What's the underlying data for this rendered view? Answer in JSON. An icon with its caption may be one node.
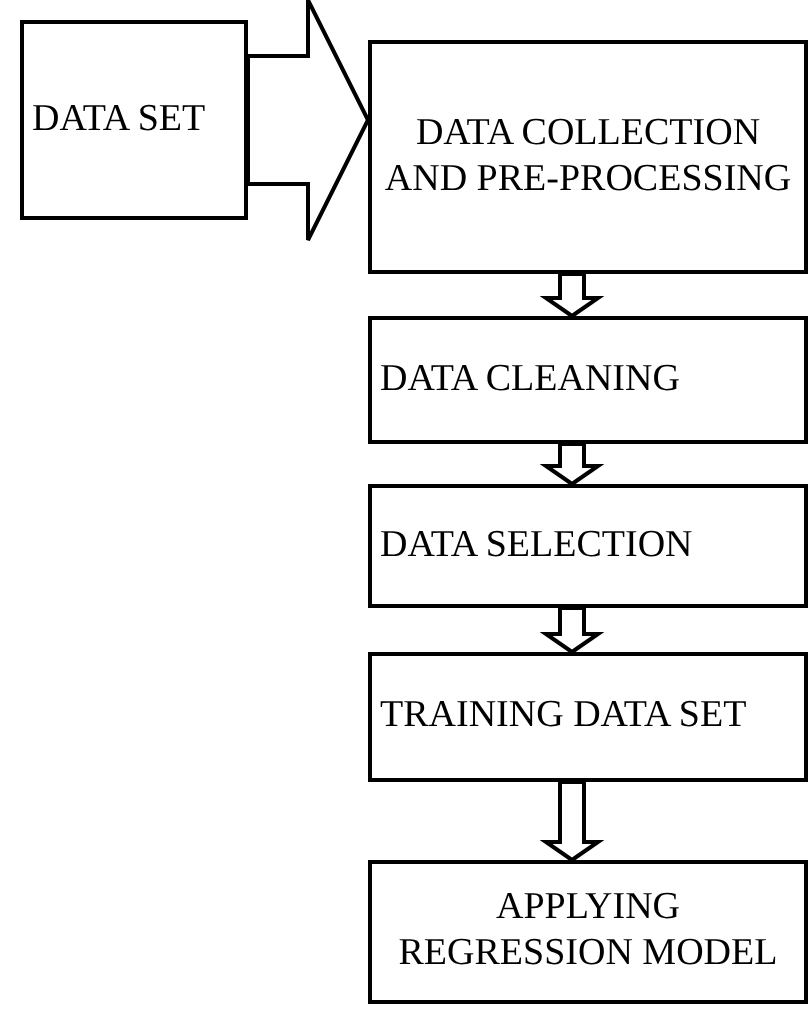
{
  "diagram": {
    "nodes": [
      {
        "text": [
          "DATA SET"
        ]
      },
      {
        "text": [
          "DATA COLLECTION AND PRE-PROCESSING"
        ]
      },
      {
        "text": [
          "DATA CLEANING"
        ]
      },
      {
        "text": [
          "DATA SELECTION"
        ]
      },
      {
        "text": [
          "TRAINING DATA SET"
        ]
      },
      {
        "text": [
          "APPLYING REGRESSION MODEL"
        ]
      }
    ],
    "edges": [
      {
        "from": 0,
        "to": 1,
        "arrow": "to"
      },
      {
        "from": 1,
        "to": 2,
        "arrow": "to"
      },
      {
        "from": 2,
        "to": 3,
        "arrow": "to"
      },
      {
        "from": 3,
        "to": 4,
        "arrow": "to"
      },
      {
        "from": 4,
        "to": 5,
        "arrow": "to"
      }
    ]
  }
}
